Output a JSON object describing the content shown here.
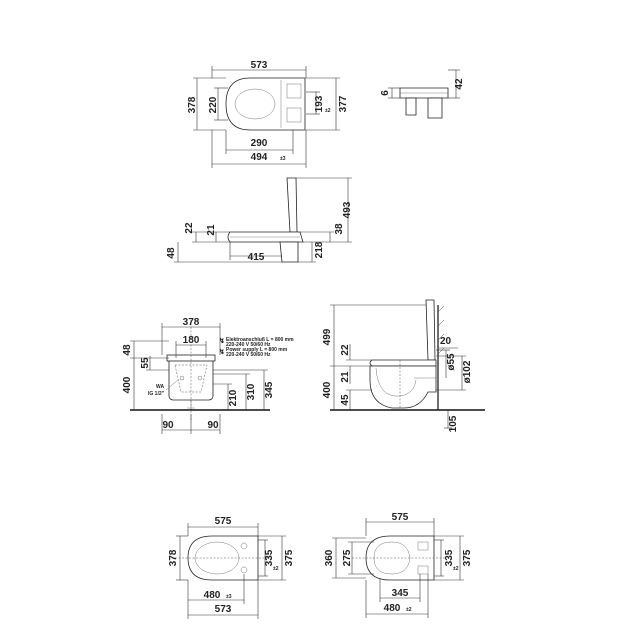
{
  "views": {
    "seat_top": {
      "width": "573",
      "left_height": "378",
      "inner_height": "220",
      "right_a": "193",
      "right_a_tol": "±2",
      "right_b": "377",
      "hinge_spacing": "290",
      "depth": "494",
      "depth_tol": "±3"
    },
    "seat_profile": {
      "left": "6",
      "right": "42"
    },
    "seat_side": {
      "lid_height": "493",
      "seat_thick": "22",
      "hinge_a": "21",
      "hinge_b": "38",
      "hinge_depth": "415",
      "fix_height": "218",
      "left_offset": "48"
    },
    "front": {
      "width": "378",
      "inner_width": "180",
      "gap_top": "48",
      "gap_mid": "55",
      "floor_height": "400",
      "r210": "210",
      "r310": "310",
      "r345": "345",
      "spacing_left": "90",
      "spacing_right": "90",
      "water_label": "WA",
      "water_thread": "IG 1/2\"",
      "power_de": "Elektroanschluß L = 800 mm",
      "power_de_volt": "220-240 V  50/60 Hz",
      "power_en": "Power supply L = 800 mm",
      "power_en_volt": "220-240 V  50/60 Hz"
    },
    "side": {
      "top": "499",
      "seat": "22",
      "rim": "21",
      "base": "400",
      "base_offset": "45",
      "back": "20",
      "outlet": "ø55",
      "outlet_big": "ø102",
      "floor_gap": "105"
    },
    "bowl_left": {
      "width": "575",
      "height": "378",
      "right_a": "335",
      "right_a_tol": "±2",
      "right_b": "375",
      "depth_a": "480",
      "depth_a_tol": "±3",
      "depth_b": "573"
    },
    "bowl_right": {
      "width": "575",
      "height": "360",
      "inner": "275",
      "right_a": "335",
      "right_a_tol": "±2",
      "right_b": "375",
      "depth_a": "345",
      "depth_b": "480",
      "depth_b_tol": "±2"
    }
  }
}
